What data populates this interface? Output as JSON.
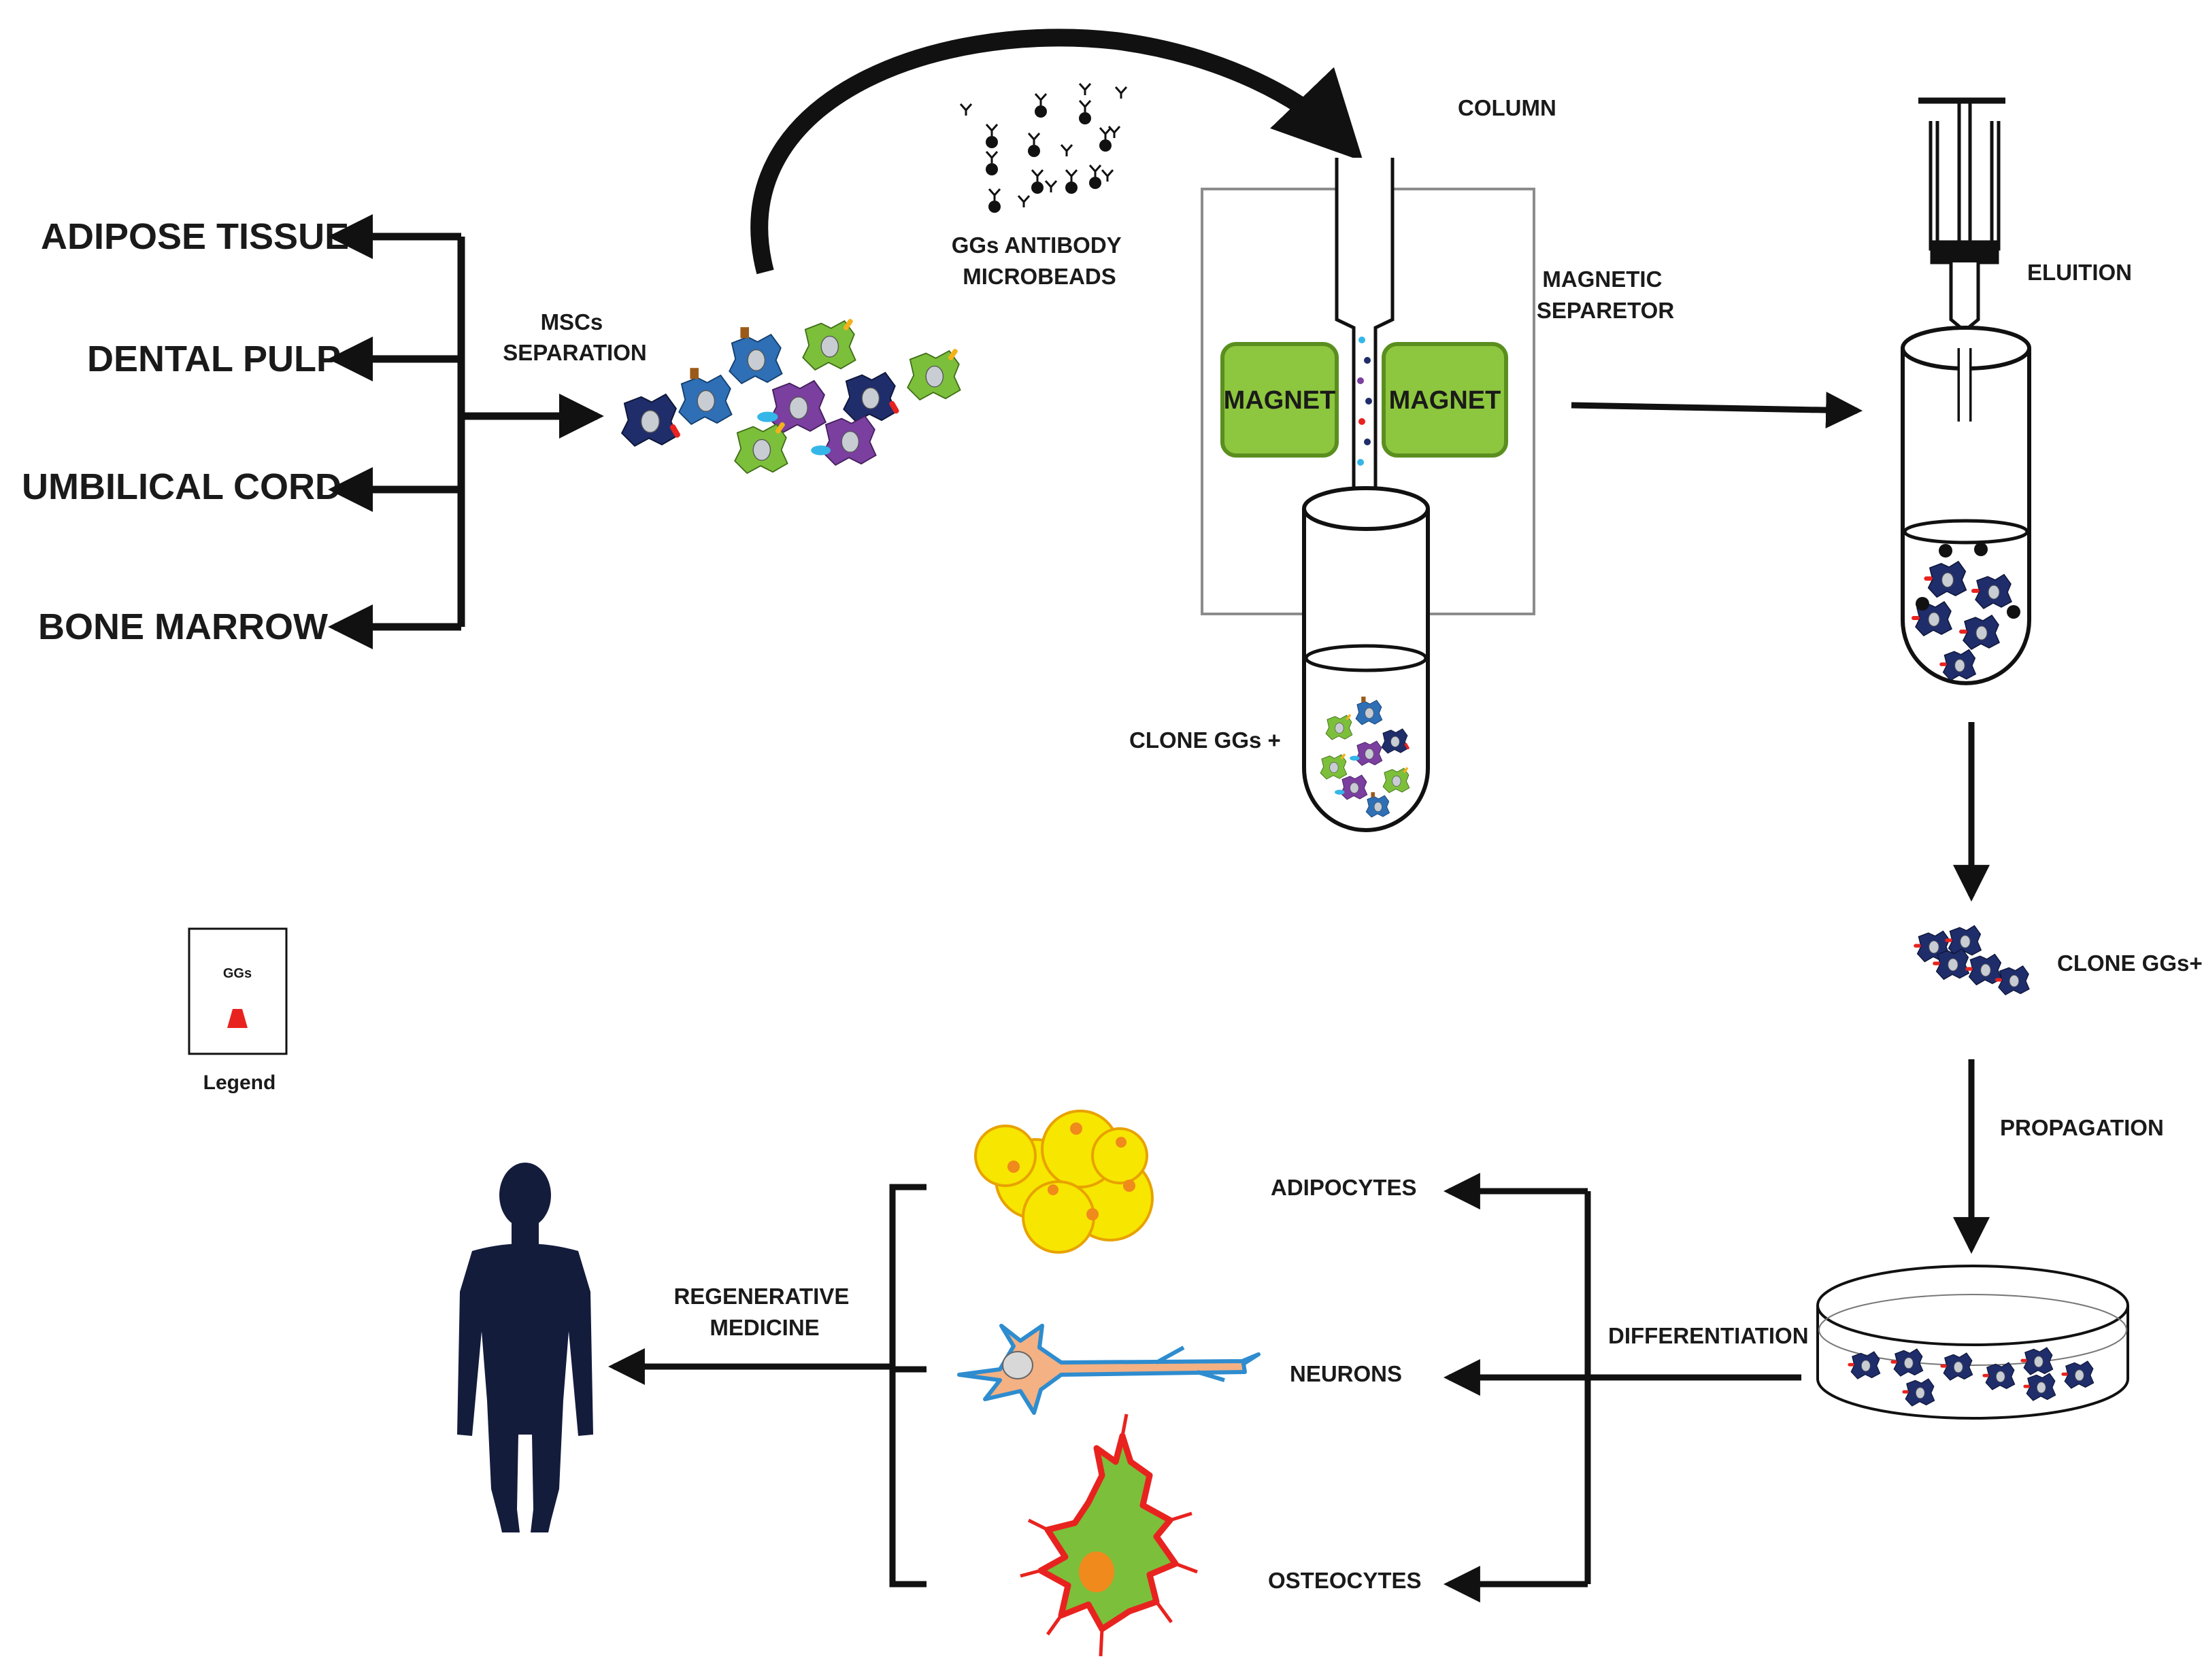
{
  "sources": [
    "ADIPOSE TISSUE",
    "DENTAL PULP",
    "UMBILICAL CORD",
    "BONE MARROW"
  ],
  "msc_separation": [
    "MSCs",
    "SEPARATION"
  ],
  "antibody_microbeads": [
    "GGs ANTIBODY",
    "MICROBEADS"
  ],
  "column_label": "COLUMN",
  "magnetic_separator": [
    "MAGNETIC",
    "SEPARETOR"
  ],
  "magnet_left": "MAGNET",
  "magnet_right": "MAGNET",
  "clone_negative_fraction": "CLONE GGs +",
  "elution_label": "ELUITION",
  "clone_positive": "CLONE GGs+",
  "propagation_label": "PROPAGATION",
  "differentiation_label": "DIFFERENTIATION",
  "cell_types": [
    "ADIPOCYTES",
    "NEURONS",
    "OSTEOCYTES"
  ],
  "regenerative_medicine": [
    "REGENERATIVE",
    "MEDICINE"
  ],
  "legend": {
    "item": "GGs",
    "title": "Legend"
  },
  "colors": {
    "magnet": "#8dc63f",
    "magnet_border": "#5a8f1f",
    "marker": "#e8231f",
    "cell_navy": "#1f2d6b",
    "cell_blue": "#2e6fb5",
    "cell_green": "#7cbf3b",
    "cell_purple": "#7b3fa0",
    "adipocyte": "#f7e600",
    "neuron": "#f4b183",
    "neuron_outline": "#2e8ccf",
    "osteocyte": "#7cbf3b",
    "osteocyte_outline": "#e8231f",
    "human": "#141c3c"
  }
}
